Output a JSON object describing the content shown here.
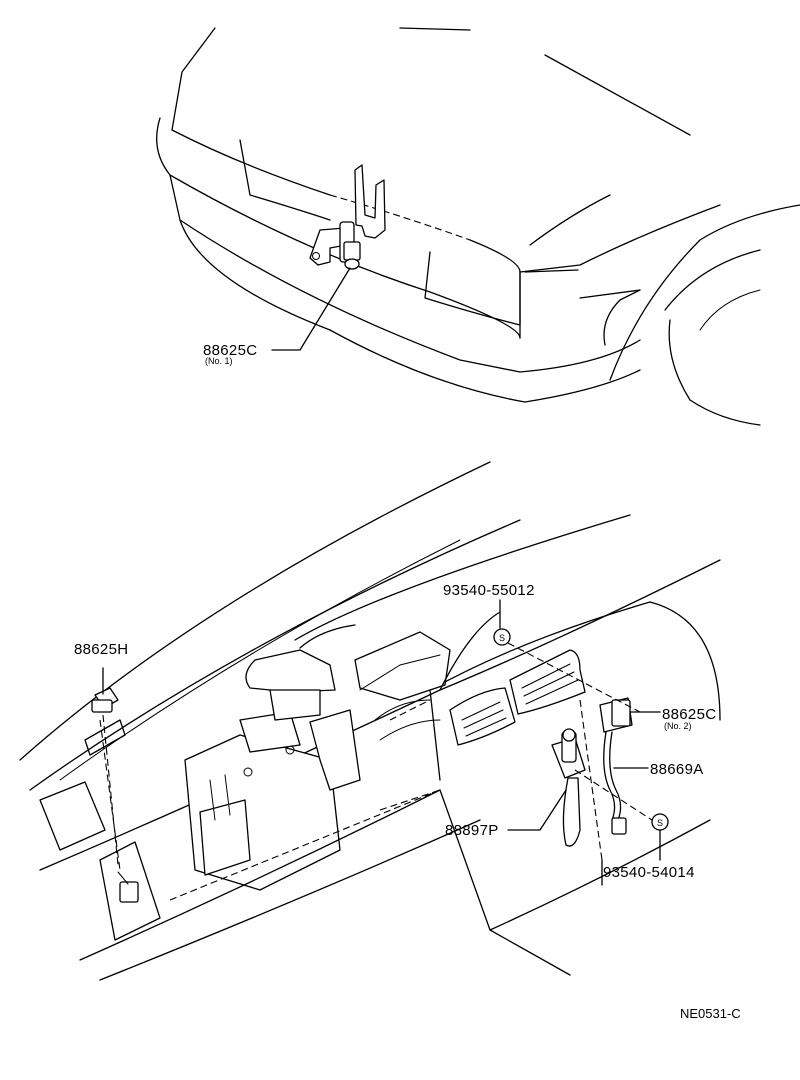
{
  "labels": {
    "sensor_no1": {
      "part": "88625C",
      "note": "(No. 1)"
    },
    "fastener_top": {
      "part": "93540-55012"
    },
    "sensor_h": {
      "part": "88625H"
    },
    "sensor_no2": {
      "part": "88625C",
      "note": "(No. 2)"
    },
    "hose": {
      "part": "88669A"
    },
    "sensor_p": {
      "part": "88897P"
    },
    "fastener_bottom": {
      "part": "93540-54014"
    },
    "screw_symbol": "S",
    "drawing_code": "NE0531-C"
  }
}
